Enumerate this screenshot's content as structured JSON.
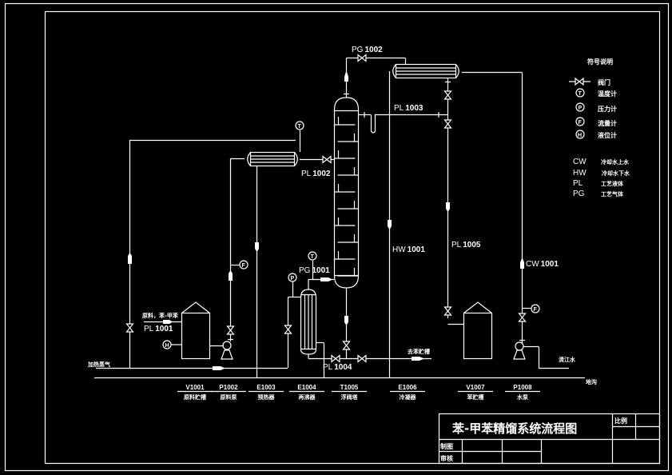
{
  "drawing": {
    "title": "苯-甲苯精馏系统流程图",
    "scale_label": "比例",
    "drawn_by_label": "制图",
    "checked_by_label": "审核"
  },
  "legend": {
    "heading": "符号说明",
    "symbols": [
      {
        "icon": "valve-icon",
        "label": "阀门"
      },
      {
        "icon": "temperature-gauge-icon",
        "letter": "T",
        "label": "温度计"
      },
      {
        "icon": "pressure-gauge-icon",
        "letter": "P",
        "label": "压力计"
      },
      {
        "icon": "flow-meter-icon",
        "letter": "F",
        "label": "流量计"
      },
      {
        "icon": "level-gauge-icon",
        "letter": "H",
        "label": "液位计"
      }
    ],
    "codes": [
      {
        "code": "CW",
        "label": "冷却水上水"
      },
      {
        "code": "HW",
        "label": "冷却水下水"
      },
      {
        "code": "PL",
        "label": "工艺液体"
      },
      {
        "code": "PG",
        "label": "工艺气体"
      }
    ]
  },
  "streams": {
    "pg1002": {
      "prefix": "PG",
      "num": "1002"
    },
    "pl1003": {
      "prefix": "PL",
      "num": "1003"
    },
    "pl1002": {
      "prefix": "PL",
      "num": "1002"
    },
    "pg1001": {
      "prefix": "PG",
      "num": "1001"
    },
    "hw1001": {
      "prefix": "HW",
      "num": "1001"
    },
    "pl1005": {
      "prefix": "PL",
      "num": "1005"
    },
    "cw1001": {
      "prefix": "CW",
      "num": "1001"
    },
    "pl1001": {
      "prefix": "PL",
      "num": "1001"
    },
    "pl1004": {
      "prefix": "PL",
      "num": "1004"
    }
  },
  "annotations": {
    "feed": "原料，苯-甲苯",
    "heating_steam": "加热蒸气",
    "to_benzene_tank": "去苯贮槽",
    "clear_water": "清江水",
    "drain": "地沟"
  },
  "instruments": {
    "t_preheater": "T",
    "t_reboiler": "T",
    "p_reboiler": "P",
    "f_feed": "F",
    "f_cw": "F",
    "h_tank": "H"
  },
  "equipment": [
    {
      "id": "V1001",
      "name": "原料贮槽"
    },
    {
      "id": "P1002",
      "name": "原料泵"
    },
    {
      "id": "E1003",
      "name": "预热器"
    },
    {
      "id": "E1004",
      "name": "再沸器"
    },
    {
      "id": "T1005",
      "name": "浮阀塔"
    },
    {
      "id": "E1006",
      "name": "冷凝器"
    },
    {
      "id": "V1007",
      "name": "苯贮槽"
    },
    {
      "id": "P1008",
      "name": "水泵"
    }
  ]
}
